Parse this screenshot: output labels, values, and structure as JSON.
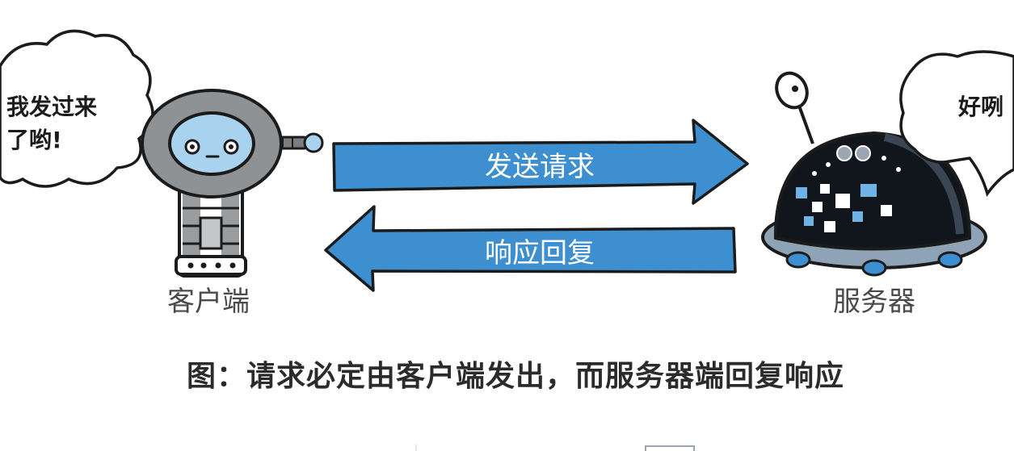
{
  "client": {
    "speech_line1": "我发过来",
    "speech_line2": "了哟!",
    "label": "客户端"
  },
  "server": {
    "speech": "好咧",
    "label": "服务器"
  },
  "arrows": {
    "request": "发送请求",
    "response": "响应回复"
  },
  "caption": "图：请求必定由客户端发出，而服务器端回复响应",
  "colors": {
    "arrow_blue": "#3e8fd0",
    "robot_gray": "#8f9295",
    "robot_face": "#a9d2ee",
    "server_dark": "#11151c",
    "server_base": "#8ea3b6"
  }
}
